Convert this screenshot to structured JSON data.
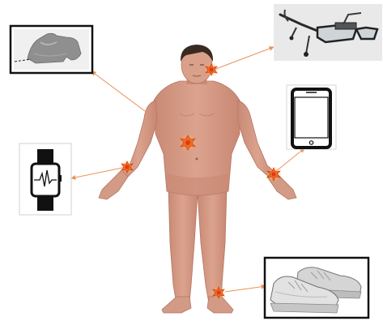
{
  "colors": {
    "background": "#ffffff",
    "skin": "#d79c86",
    "skin_shadow": "#b97c68",
    "hair": "#3b2a22",
    "connector": "#e8945a",
    "marker_outer": "#f07020",
    "marker_inner": "#e03818",
    "device_frame": "#111111",
    "photo_background": "#e9e9e9"
  },
  "figure": {
    "description_icon": "standing-human-body-icon"
  },
  "sensor_sites": [
    {
      "name": "temple",
      "device": "smart-glasses"
    },
    {
      "name": "torso",
      "device": "smart-garment"
    },
    {
      "name": "left-wrist",
      "device": "smartwatch"
    },
    {
      "name": "right-wrist",
      "device": "smartphone"
    },
    {
      "name": "ankle",
      "device": "smart-shoes"
    }
  ],
  "devices": [
    {
      "name": "smart-garment",
      "icon": "garment-icon",
      "position": "top-left"
    },
    {
      "name": "smart-glasses",
      "icon": "glasses-icon",
      "position": "top-right"
    },
    {
      "name": "smartwatch",
      "icon": "watch-icon",
      "position": "middle-left"
    },
    {
      "name": "smartphone",
      "icon": "phone-icon",
      "position": "middle-right"
    },
    {
      "name": "smart-shoes",
      "icon": "shoes-icon",
      "position": "bottom-right"
    }
  ]
}
